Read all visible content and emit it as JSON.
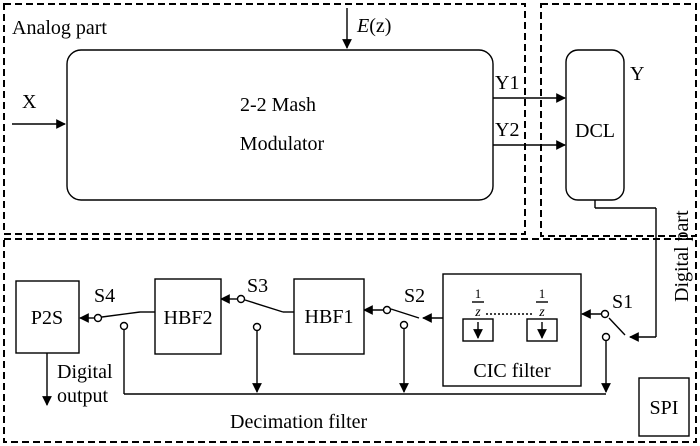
{
  "regions": {
    "analog": "Analog part",
    "digital": "Digital part",
    "decimation": "Decimation filter"
  },
  "signals": {
    "input": "X",
    "error_prefix": "E",
    "error_arg": "(z)",
    "y1": "Y1",
    "y2": "Y2",
    "y": "Y",
    "output_line1": "Digital",
    "output_line2": "output"
  },
  "blocks": {
    "modulator_line1": "2-2 Mash",
    "modulator_line2": "Modulator",
    "dcl": "DCL",
    "cic": "CIC filter",
    "hbf1": "HBF1",
    "hbf2": "HBF2",
    "p2s": "P2S",
    "spi": "SPI"
  },
  "switches": {
    "s1": "S1",
    "s2": "S2",
    "s3": "S3",
    "s4": "S4"
  },
  "cic_stages": {
    "numerator": "1",
    "denominator": "z"
  }
}
